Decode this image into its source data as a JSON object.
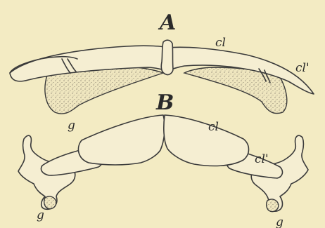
{
  "figure": {
    "panel_a": {
      "title": "A",
      "labels": {
        "cl": "cl",
        "cl_prime": "cl'",
        "g": "g"
      }
    },
    "panel_b": {
      "title": "B",
      "labels": {
        "cl": "cl",
        "cl_prime": "cl'",
        "g_left": "g",
        "g_right": "g"
      }
    }
  }
}
